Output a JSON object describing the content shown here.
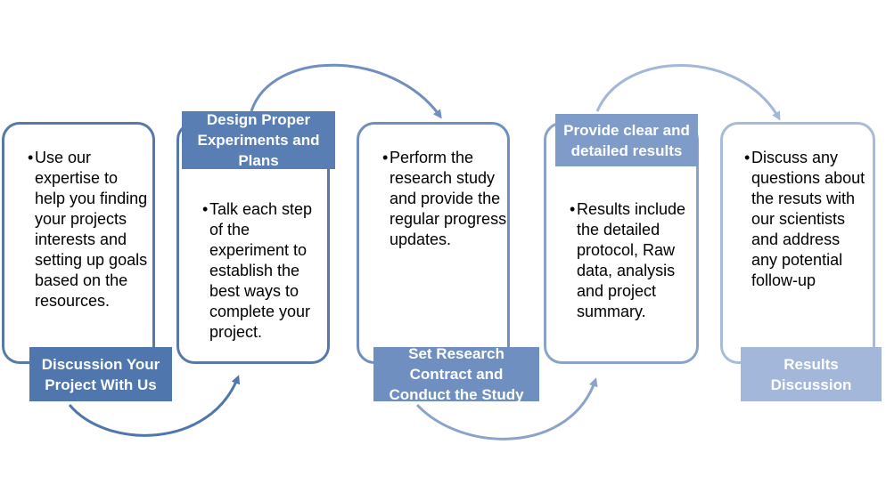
{
  "colors": {
    "step1": "#4f76ad",
    "step2": "#587eb3",
    "step3": "#6e8fbf",
    "step4": "#7f9cc8",
    "step5": "#a2b7d9",
    "card_border_dark": "#5878a8",
    "card_border_light": "#a8bbd8"
  },
  "steps": [
    {
      "label": "Discussion Your Project With Us",
      "text": "Use our expertise to help you finding your projects interests and setting up goals based on the resources."
    },
    {
      "label": "Design Proper Experiments and Plans",
      "text": "Talk each step of the experiment to establish the best ways to complete your project."
    },
    {
      "label": "Set Research Contract and Conduct the Study",
      "text": "Perform the research study and provide the regular progress updates."
    },
    {
      "label": "Provide clear and detailed results",
      "text": "Results include the detailed protocol, Raw data, analysis and project summary."
    },
    {
      "label": "Results Discussion",
      "text": "Discuss any questions about the resuts with our scientists and address any potential follow-up"
    }
  ]
}
